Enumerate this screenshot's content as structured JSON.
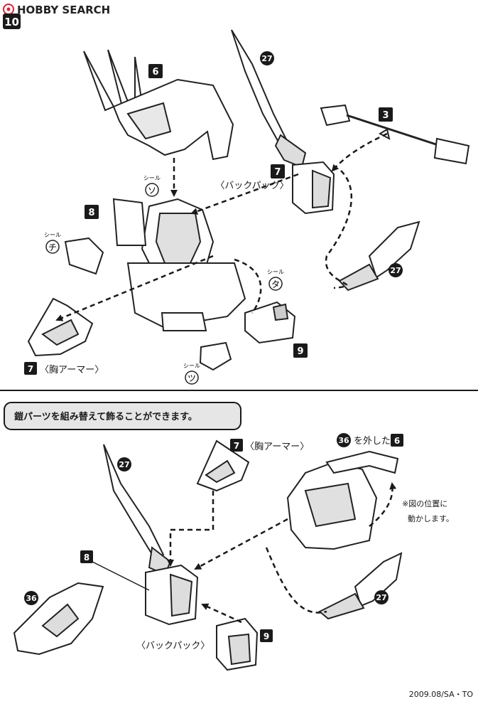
{
  "watermark": "HOBBY SEARCH",
  "step_number": "10",
  "top": {
    "labels": {
      "part6": "6",
      "part27_a": "27",
      "part3": "3",
      "part7_back": "7",
      "backpack": "〈バックパック〉",
      "part8": "8",
      "seal_so_caption": "シール",
      "seal_so": "ソ",
      "seal_chi_caption": "シール",
      "seal_chi": "チ",
      "seal_ta_caption": "シール",
      "seal_ta": "タ",
      "part27_b": "27",
      "part9": "9",
      "part7_chest": "7",
      "chest_armor": "〈胸アーマー〉",
      "seal_tsu_caption": "シール",
      "seal_tsu": "ツ"
    }
  },
  "bottom": {
    "banner_text": "鎧パーツを組み替えて飾ることができます。",
    "labels": {
      "part27_c": "27",
      "part7_chest": "7",
      "chest_armor": "〈胸アーマー〉",
      "part36_ref": "36",
      "remove_text": "を外した",
      "part6": "6",
      "note_line1": "※図の位置に",
      "note_line2": "動かします。",
      "part8": "8",
      "part36": "36",
      "part27_d": "27",
      "backpack": "〈バックパック〉",
      "part9": "9"
    }
  },
  "footer_code": "2009.08/SA・TO"
}
